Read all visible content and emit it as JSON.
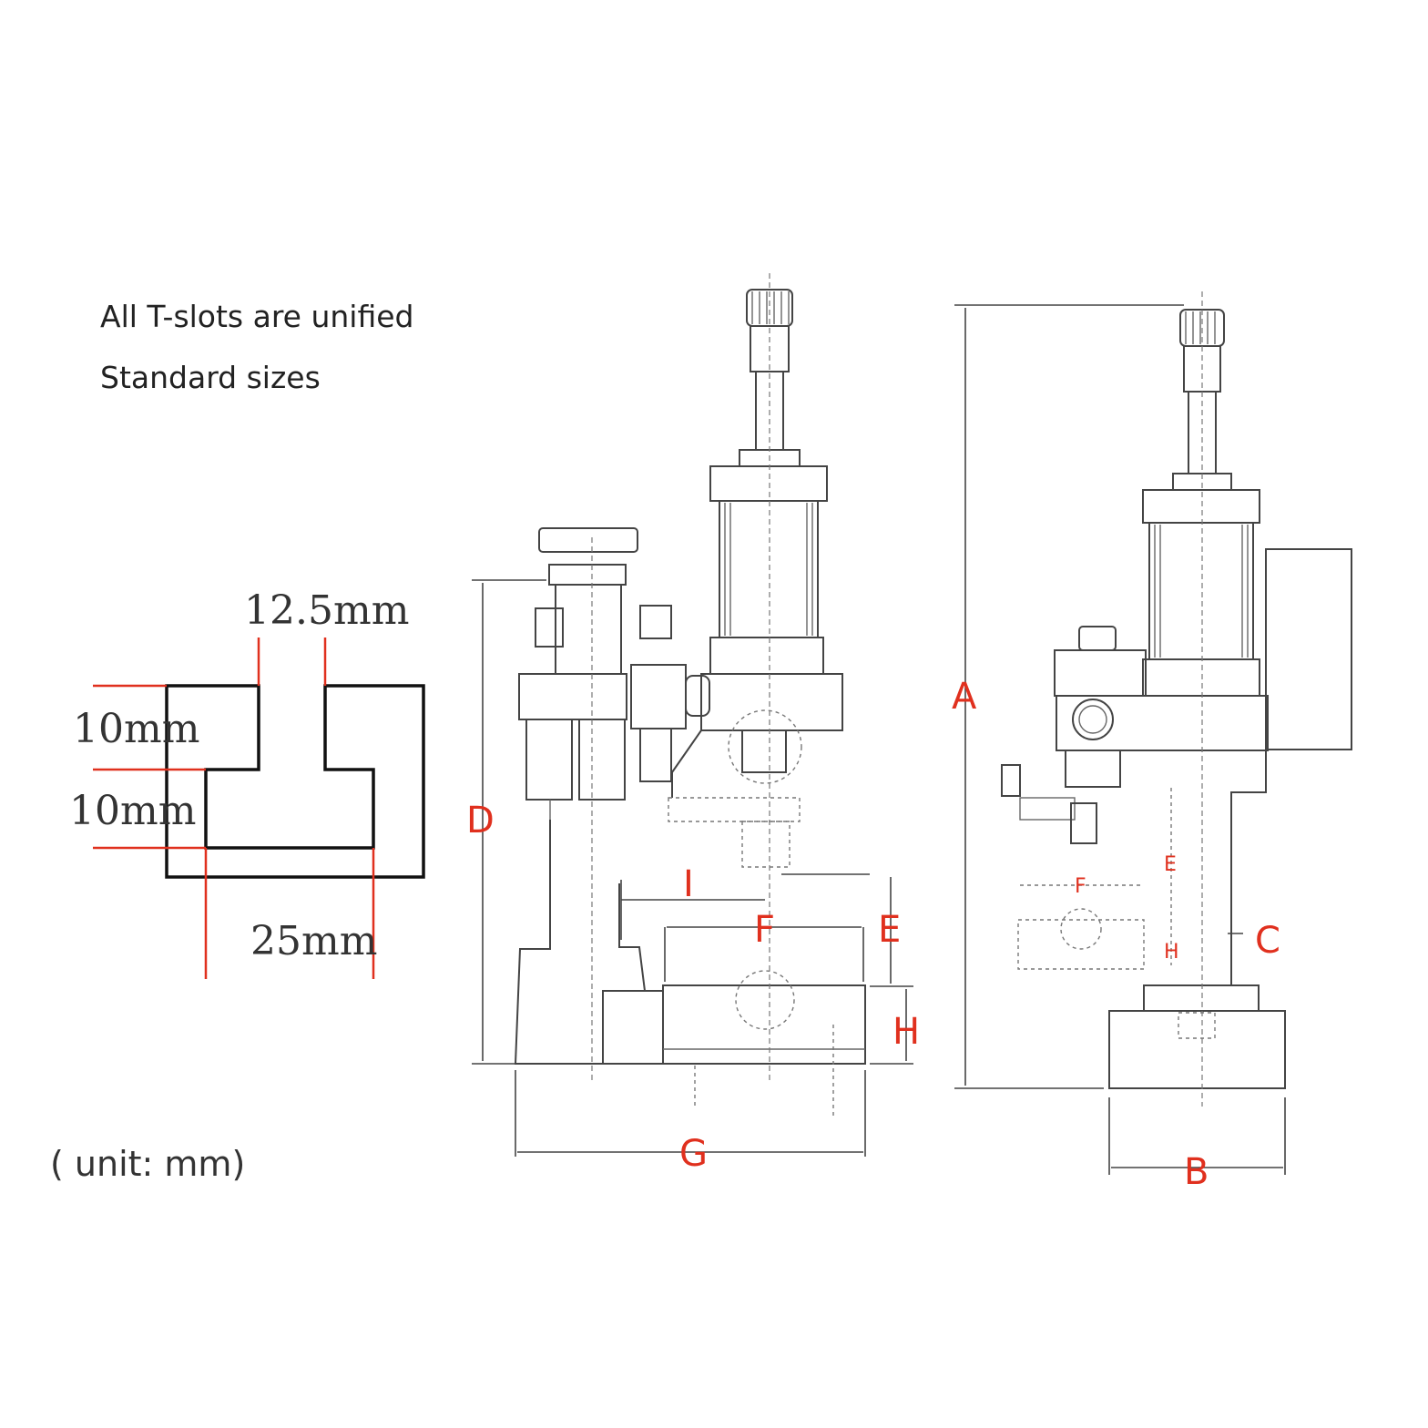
{
  "notes": {
    "line1": "All T-slots are unified",
    "line2": "Standard sizes",
    "unit": "( unit: mm)"
  },
  "tslot": {
    "slot_width": "12.5mm",
    "upper_depth": "10mm",
    "lower_depth": "10mm",
    "bottom_width": "25mm"
  },
  "front_view": {
    "labels": {
      "D": "D",
      "E": "E",
      "F": "F",
      "G": "G",
      "H": "H",
      "I": "I"
    }
  },
  "side_view": {
    "labels": {
      "A": "A",
      "B": "B",
      "C": "C",
      "E": "E",
      "F": "F",
      "H": "H"
    }
  },
  "colors": {
    "dimension_labels": "#e0301e",
    "tslot_outline": "#111111",
    "drawing_lines": "#444444"
  }
}
